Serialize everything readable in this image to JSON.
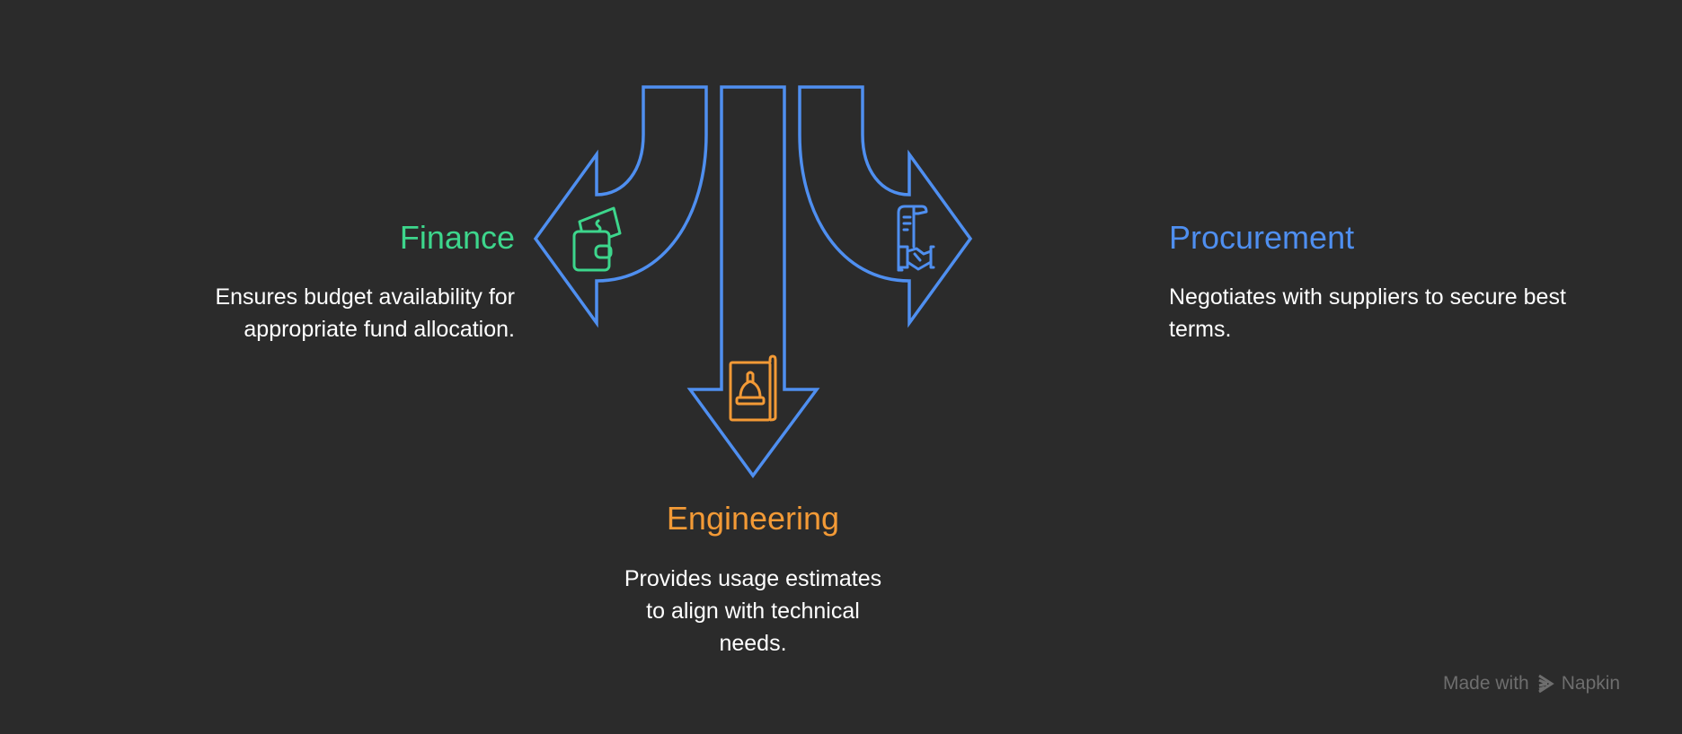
{
  "colors": {
    "background": "#2b2b2b",
    "arrow": "#4f8ff0",
    "finance": "#3dd68c",
    "engineering": "#f39a36",
    "procurement": "#4f8ff0"
  },
  "sections": [
    {
      "title": "Finance",
      "description": "Ensures budget availability for appropriate fund allocation.",
      "icon": "wallet-icon"
    },
    {
      "title": "Engineering",
      "description": "Provides usage estimates to align with technical needs.",
      "icon": "engineering-helmet-icon"
    },
    {
      "title": "Procurement",
      "description": "Negotiates with suppliers to secure best terms.",
      "icon": "contract-handshake-icon"
    }
  ],
  "footer": {
    "made_with": "Made with",
    "brand": "Napkin"
  }
}
